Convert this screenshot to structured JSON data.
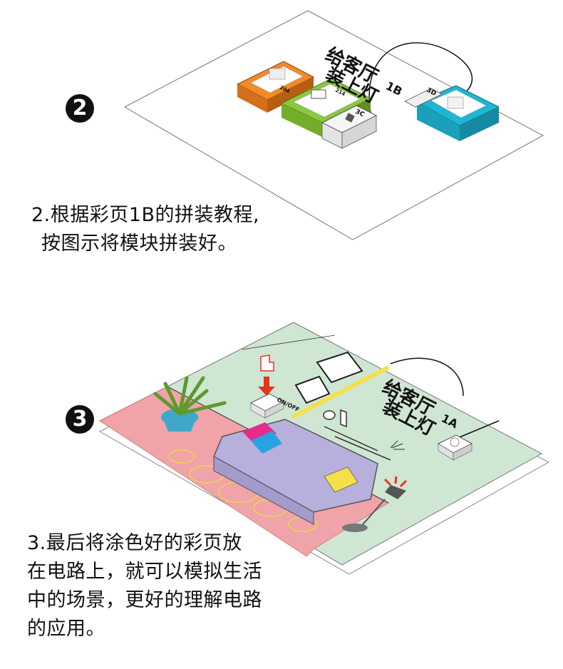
{
  "colors": {
    "orange": "#f08a2a",
    "green": "#8dc63f",
    "cyan": "#1fb6d4",
    "wall": "#cfe6d3",
    "floor": "#f0a3a8",
    "sofa": "#b7b0dc",
    "yellow": "#f5e04a",
    "red": "#e53322"
  },
  "icons": {
    "step2": "circled-digit-two-icon",
    "step3": "circled-digit-three-icon",
    "finger": "pointing-finger-icon",
    "arrow": "red-down-arrow-icon"
  },
  "step2": {
    "number": "2",
    "card_title_line1": "给客厅",
    "card_title_badge": "1B",
    "card_title_line2": "装上灯",
    "module_codes": {
      "orange": "204",
      "green": "214",
      "white": "3C",
      "cyan": "3D"
    },
    "caption_line1": "2.根据彩页1B的拼装教程,",
    "caption_line2": "按图示将模块拼装好。"
  },
  "step3": {
    "number": "3",
    "card_title_line1": "给客厅",
    "card_title_badge": "1A",
    "card_title_line2": "装上灯",
    "switch_label": "ON/OFF",
    "caption_line1": "3.最后将涂色好的彩页放",
    "caption_line2": "在电路上，就可以模拟生活",
    "caption_line3": "中的场景，更好的理解电路",
    "caption_line4": "的应用。"
  }
}
